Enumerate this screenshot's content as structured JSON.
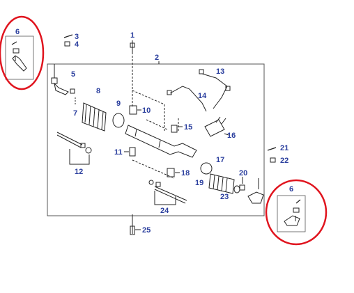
{
  "diagram": {
    "callouts": {
      "n1": "1",
      "n2": "2",
      "n3": "3",
      "n4": "4",
      "n5": "5",
      "n6_left": "6",
      "n6_right": "6",
      "n7": "7",
      "n8": "8",
      "n9": "9",
      "n10": "10",
      "n11": "11",
      "n12": "12",
      "n13": "13",
      "n14": "14",
      "n15": "15",
      "n16": "16",
      "n17": "17",
      "n18": "18",
      "n19": "19",
      "n20": "20",
      "n21": "21",
      "n22": "22",
      "n23": "23",
      "n24": "24",
      "n25": "25"
    },
    "colors": {
      "callout": "#2b3f9e",
      "highlight_circle": "#e0141e",
      "line": "#222222",
      "frame": "#555555"
    }
  }
}
